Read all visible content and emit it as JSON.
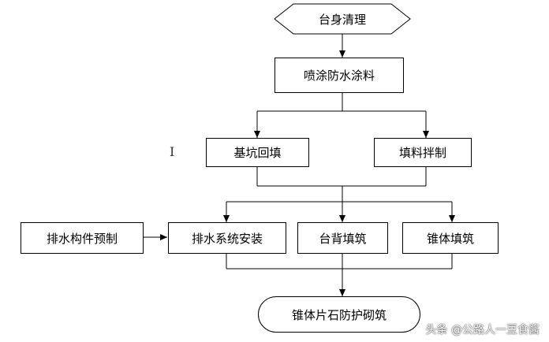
{
  "diagram": {
    "nodes": {
      "start": "台身清理",
      "coating": "喷涂防水涂料",
      "backfill_pit": "基坑回填",
      "mix_fill": "填料拌制",
      "prefab_drain": "排水构件预制",
      "install_drain": "排水系统安装",
      "back_fill": "台背填筑",
      "cone_fill": "锥体填筑",
      "end": "锥体片石防护砌筑"
    }
  },
  "watermark": "头条 @公路人一豆食酱"
}
